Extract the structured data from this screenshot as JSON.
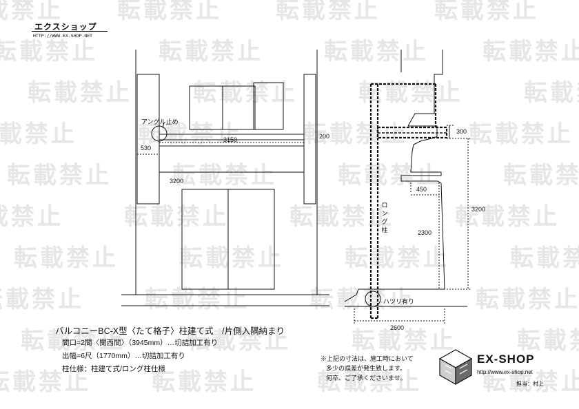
{
  "header": {
    "shop_name": "エクスショップ",
    "url": "HTTP://WWW.EX-SHOP.NET"
  },
  "watermark": {
    "text": "転載禁止"
  },
  "front_view": {
    "label_angle": "アングル止め",
    "dim_width": "3150",
    "dim_height_right": "200",
    "dim_height_left": "530",
    "dim_post_height": "3200"
  },
  "side_view": {
    "dim_300": "300",
    "dim_450": "450",
    "dim_3200": "3200",
    "dim_2300": "2300",
    "dim_2600": "2600",
    "label_long_post": "ロング柱",
    "label_hatsuri": "ハツリ有り"
  },
  "notes": {
    "title": "バルコニーBC-X型〈たて格子〉柱建て式　/片側入隅納まり",
    "frontage": "間口=2間〈関西間〉（3945mm）…切詰加工有り",
    "projection": "出幅=6尺（1770mm）…切詰加工有り",
    "post_spec": "柱仕様：柱建て式/ロング柱仕様"
  },
  "disclaimer": {
    "line1": "※上記の寸法は、施工時において",
    "line2": "多少の誤差が発生致します。",
    "line3": "何卒、ご了承くださいませ。"
  },
  "brand": {
    "name": "EX-SHOP",
    "url": "http://www.ex-shop.net",
    "staff": "担当：村上"
  }
}
